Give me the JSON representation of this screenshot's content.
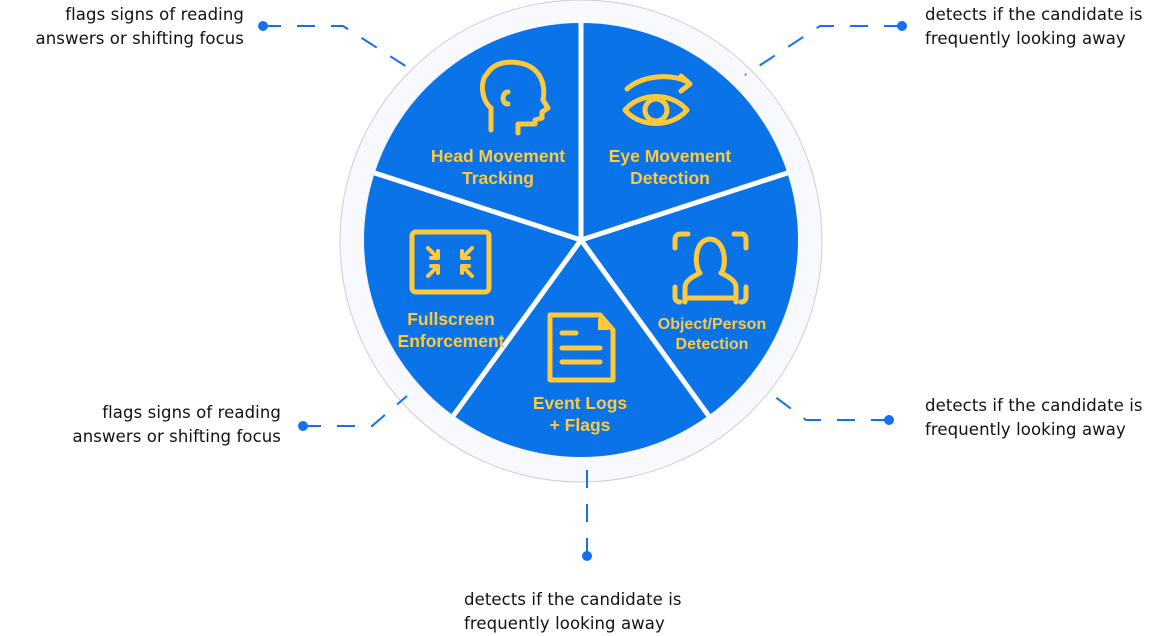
{
  "diagram": {
    "colors": {
      "slice_fill": "#0A73E8",
      "divider": "#ffffff",
      "ring_fill": "#F7F9FE",
      "ring_stroke": "#CFCFD2",
      "icon_and_label": "#FFC93C",
      "connector": "#1570EF",
      "text": "#111111"
    },
    "slices": [
      {
        "id": "head-movement",
        "label_lines": [
          "Head Movement",
          "Tracking"
        ],
        "icon": "head-profile-icon"
      },
      {
        "id": "eye-movement",
        "label_lines": [
          "Eye Movement",
          "Detection"
        ],
        "icon": "eye-redirect-icon"
      },
      {
        "id": "object-person",
        "label_lines": [
          "Object/Person",
          "Detection"
        ],
        "icon": "person-scan-icon"
      },
      {
        "id": "event-logs",
        "label_lines": [
          "Event Logs",
          "+ Flags"
        ],
        "icon": "document-icon"
      },
      {
        "id": "fullscreen",
        "label_lines": [
          "Fullscreen",
          "Enforcement"
        ],
        "icon": "exit-fullscreen-icon"
      }
    ],
    "callouts": [
      {
        "id": "top-left",
        "lines": [
          "flags signs of reading",
          "answers or shifting focus"
        ]
      },
      {
        "id": "top-right",
        "lines": [
          "detects if the candidate is",
          "frequently looking away"
        ]
      },
      {
        "id": "bottom-left",
        "lines": [
          "flags signs of reading",
          "answers or shifting focus"
        ]
      },
      {
        "id": "bottom-right",
        "lines": [
          "detects if the candidate is",
          "frequently looking away"
        ]
      },
      {
        "id": "bottom",
        "lines": [
          "detects if the candidate is",
          "frequently looking away"
        ]
      }
    ]
  }
}
